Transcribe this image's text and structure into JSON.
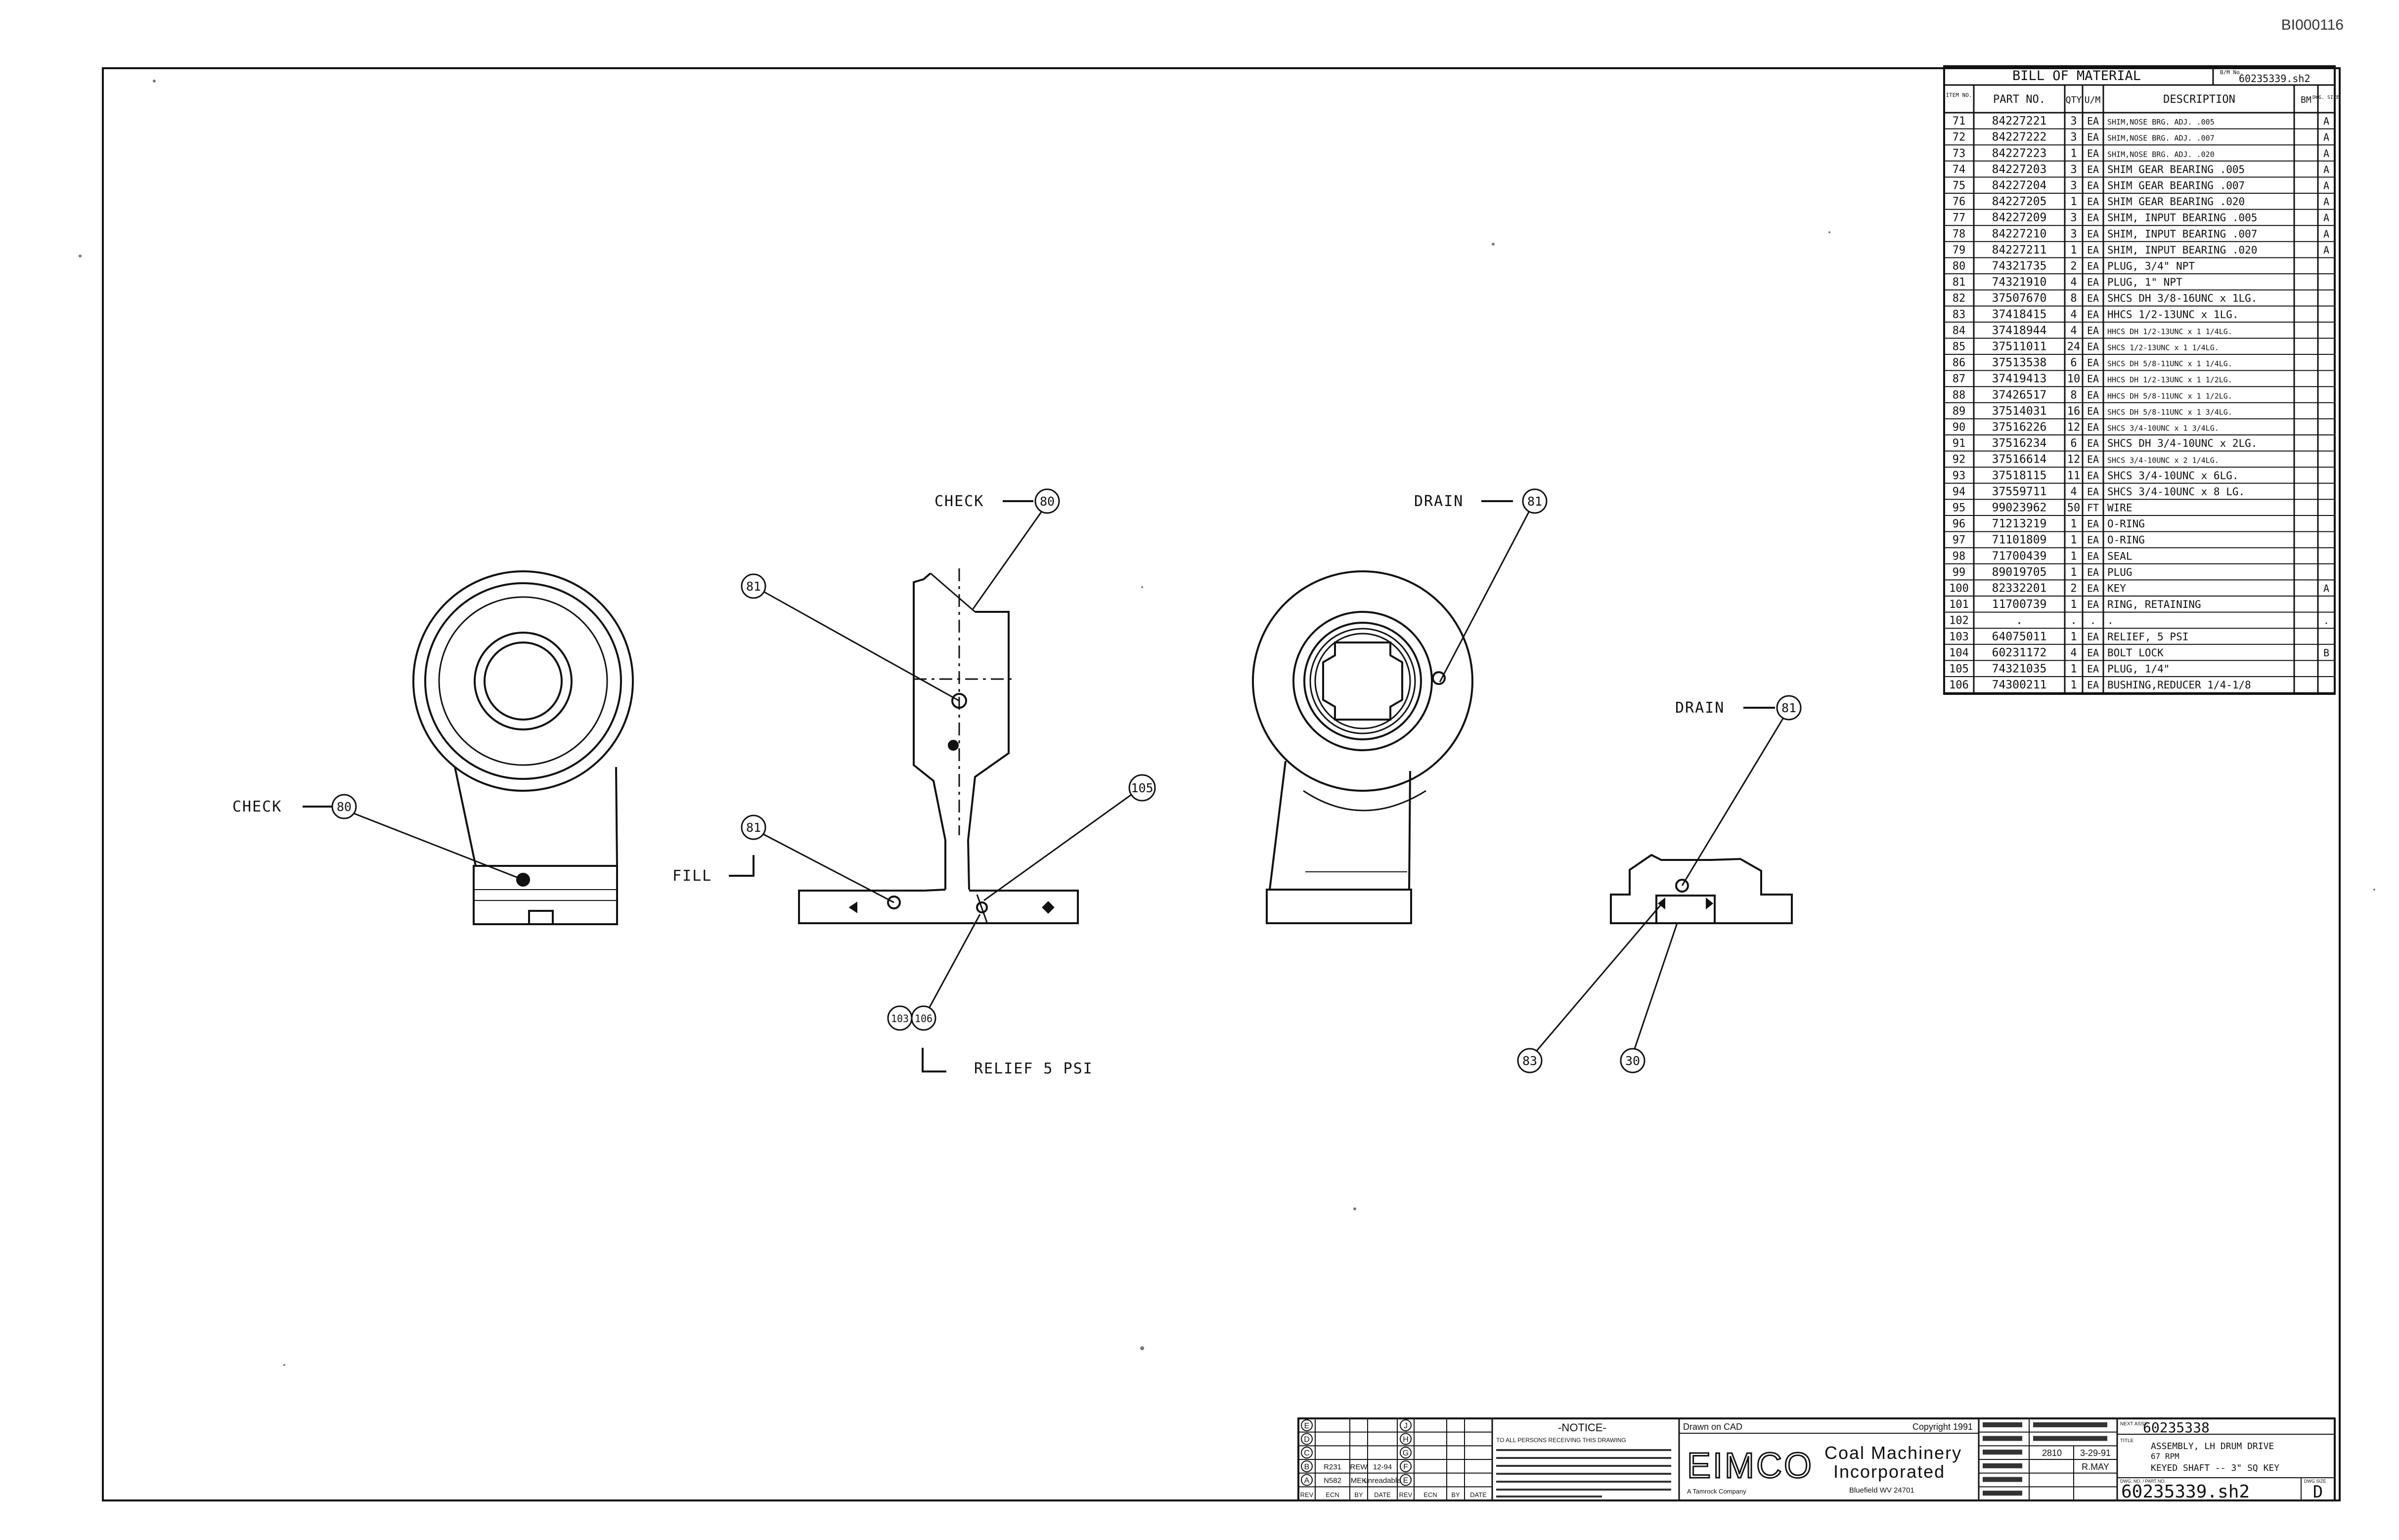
{
  "document_id": "BI000116",
  "bom": {
    "title": "BILL OF MATERIAL",
    "sheet_ref_label": "B/M No.",
    "sheet_ref": "60235339.sh2",
    "headers": {
      "item": "ITEM NO.",
      "part": "PART NO.",
      "qty": "QTY",
      "um": "U/M",
      "desc": "DESCRIPTION",
      "bm": "BM",
      "dwg": "DWG. SIZE"
    },
    "rows": [
      {
        "item": "71",
        "part": "84227221",
        "qty": "3",
        "um": "EA",
        "desc": "SHIM,NOSE BRG. ADJ.  .005",
        "size": "A"
      },
      {
        "item": "72",
        "part": "84227222",
        "qty": "3",
        "um": "EA",
        "desc": "SHIM,NOSE BRG. ADJ.  .007",
        "size": "A"
      },
      {
        "item": "73",
        "part": "84227223",
        "qty": "1",
        "um": "EA",
        "desc": "SHIM,NOSE BRG. ADJ.  .020",
        "size": "A"
      },
      {
        "item": "74",
        "part": "84227203",
        "qty": "3",
        "um": "EA",
        "desc": "SHIM GEAR BEARING .005",
        "size": "A"
      },
      {
        "item": "75",
        "part": "84227204",
        "qty": "3",
        "um": "EA",
        "desc": "SHIM GEAR BEARING .007",
        "size": "A"
      },
      {
        "item": "76",
        "part": "84227205",
        "qty": "1",
        "um": "EA",
        "desc": "SHIM GEAR BEARING .020",
        "size": "A"
      },
      {
        "item": "77",
        "part": "84227209",
        "qty": "3",
        "um": "EA",
        "desc": "SHIM, INPUT BEARING .005",
        "size": "A"
      },
      {
        "item": "78",
        "part": "84227210",
        "qty": "3",
        "um": "EA",
        "desc": "SHIM, INPUT BEARING .007",
        "size": "A"
      },
      {
        "item": "79",
        "part": "84227211",
        "qty": "1",
        "um": "EA",
        "desc": "SHIM, INPUT BEARING .020",
        "size": "A"
      },
      {
        "item": "80",
        "part": "74321735",
        "qty": "2",
        "um": "EA",
        "desc": "PLUG, 3/4\" NPT",
        "size": ""
      },
      {
        "item": "81",
        "part": "74321910",
        "qty": "4",
        "um": "EA",
        "desc": "PLUG, 1\" NPT",
        "size": ""
      },
      {
        "item": "82",
        "part": "37507670",
        "qty": "8",
        "um": "EA",
        "desc": "SHCS DH 3/8-16UNC x 1LG.",
        "size": ""
      },
      {
        "item": "83",
        "part": "37418415",
        "qty": "4",
        "um": "EA",
        "desc": "HHCS 1/2-13UNC x 1LG.",
        "size": ""
      },
      {
        "item": "84",
        "part": "37418944",
        "qty": "4",
        "um": "EA",
        "desc": "HHCS DH 1/2-13UNC x 1 1/4LG.",
        "size": ""
      },
      {
        "item": "85",
        "part": "37511011",
        "qty": "24",
        "um": "EA",
        "desc": "SHCS 1/2-13UNC x 1 1/4LG.",
        "size": ""
      },
      {
        "item": "86",
        "part": "37513538",
        "qty": "6",
        "um": "EA",
        "desc": "SHCS DH 5/8-11UNC x 1 1/4LG.",
        "size": ""
      },
      {
        "item": "87",
        "part": "37419413",
        "qty": "10",
        "um": "EA",
        "desc": "HHCS DH 1/2-13UNC x 1 1/2LG.",
        "size": ""
      },
      {
        "item": "88",
        "part": "37426517",
        "qty": "8",
        "um": "EA",
        "desc": "HHCS DH 5/8-11UNC x 1 1/2LG.",
        "size": ""
      },
      {
        "item": "89",
        "part": "37514031",
        "qty": "16",
        "um": "EA",
        "desc": "SHCS DH 5/8-11UNC x 1 3/4LG.",
        "size": ""
      },
      {
        "item": "90",
        "part": "37516226",
        "qty": "12",
        "um": "EA",
        "desc": "SHCS 3/4-10UNC x 1 3/4LG.",
        "size": ""
      },
      {
        "item": "91",
        "part": "37516234",
        "qty": "6",
        "um": "EA",
        "desc": "SHCS DH 3/4-10UNC x 2LG.",
        "size": ""
      },
      {
        "item": "92",
        "part": "37516614",
        "qty": "12",
        "um": "EA",
        "desc": "SHCS 3/4-10UNC x 2 1/4LG.",
        "size": ""
      },
      {
        "item": "93",
        "part": "37518115",
        "qty": "11",
        "um": "EA",
        "desc": "SHCS 3/4-10UNC x 6LG.",
        "size": ""
      },
      {
        "item": "94",
        "part": "37559711",
        "qty": "4",
        "um": "EA",
        "desc": "SHCS 3/4-10UNC x 8 LG.",
        "size": ""
      },
      {
        "item": "95",
        "part": "99023962",
        "qty": "50",
        "um": "FT",
        "desc": "WIRE",
        "size": ""
      },
      {
        "item": "96",
        "part": "71213219",
        "qty": "1",
        "um": "EA",
        "desc": "O-RING",
        "size": ""
      },
      {
        "item": "97",
        "part": "71101809",
        "qty": "1",
        "um": "EA",
        "desc": "O-RING",
        "size": ""
      },
      {
        "item": "98",
        "part": "71700439",
        "qty": "1",
        "um": "EA",
        "desc": "SEAL",
        "size": ""
      },
      {
        "item": "99",
        "part": "89019705",
        "qty": "1",
        "um": "EA",
        "desc": "PLUG",
        "size": ""
      },
      {
        "item": "100",
        "part": "82332201",
        "qty": "2",
        "um": "EA",
        "desc": "KEY",
        "size": "A"
      },
      {
        "item": "101",
        "part": "11700739",
        "qty": "1",
        "um": "EA",
        "desc": "RING, RETAINING",
        "size": ""
      },
      {
        "item": "102",
        "part": ".",
        "qty": ".",
        "um": ".",
        "desc": ".",
        "size": "."
      },
      {
        "item": "103",
        "part": "64075011",
        "qty": "1",
        "um": "EA",
        "desc": "RELIEF, 5 PSI",
        "size": ""
      },
      {
        "item": "104",
        "part": "60231172",
        "qty": "4",
        "um": "EA",
        "desc": "BOLT LOCK",
        "size": "B"
      },
      {
        "item": "105",
        "part": "74321035",
        "qty": "1",
        "um": "EA",
        "desc": "PLUG, 1/4\"",
        "size": ""
      },
      {
        "item": "106",
        "part": "74300211",
        "qty": "1",
        "um": "EA",
        "desc": "BUSHING,REDUCER 1/4-1/8",
        "size": ""
      }
    ]
  },
  "callouts": {
    "check": "CHECK",
    "drain": "DRAIN",
    "fill": "FILL",
    "relief": "RELIEF 5 PSI",
    "b80": "80",
    "b81": "81",
    "b105": "105",
    "b103": "103",
    "b106": "106",
    "b83": "83",
    "b30": "30"
  },
  "title_block": {
    "revisions": [
      {
        "rev": "B",
        "ecn": "R231",
        "by": "REW",
        "date": "12-94"
      },
      {
        "rev": "A",
        "ecn": "N582",
        "by": "MEK",
        "date": "unreadable"
      }
    ],
    "rev_labels_left": [
      "E",
      "D",
      "C",
      "B",
      "A"
    ],
    "rev_labels_right": [
      "J",
      "H",
      "G",
      "F",
      "E"
    ],
    "rev_header": [
      "REV",
      "ECN",
      "BY",
      "DATE",
      "REV",
      "ECN",
      "BY",
      "DATE"
    ],
    "notice_title": "-NOTICE-",
    "notice_text": "TO ALL PERSONS RECEIVING THIS DRAWING",
    "drawn_on": "Drawn on CAD",
    "copyright": "Copyright 1991",
    "logo": "EIMCO",
    "company_line1": "Coal Machinery",
    "company_line2": "Incorporated",
    "company_sub": "A Tamrock Company",
    "location": "Bluefield WV 24701",
    "next_assy_label": "NEXT ASSY.",
    "next_assy": "60235338",
    "title_label": "TITLE",
    "title_line1": "ASSEMBLY, LH DRUM DRIVE",
    "title_line2": "67 RPM",
    "title_line3": "KEYED SHAFT -- 3\" SQ KEY",
    "dwg_no_label": "DWG. NO. / PART NO.",
    "dwg_no": "60235339.sh2",
    "size_label": "DWG SIZE",
    "size": "D",
    "mid_values": [
      "2810",
      "3-29-91",
      "R.MAY"
    ]
  }
}
